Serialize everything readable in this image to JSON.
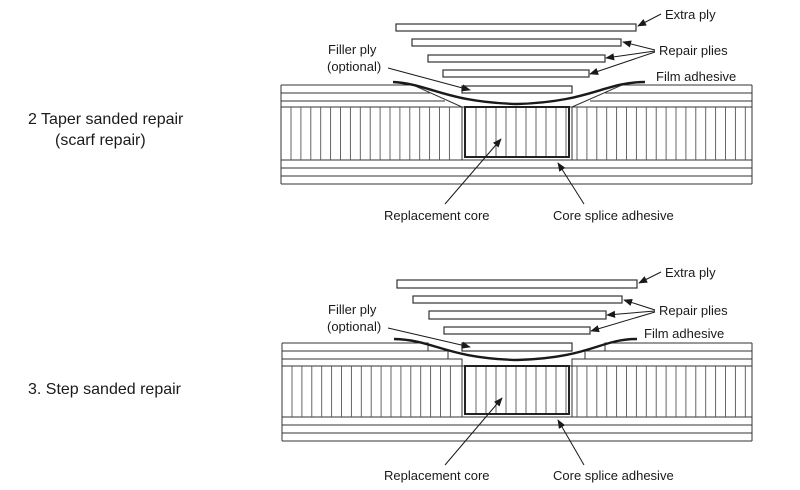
{
  "colors": {
    "line": "#333333",
    "text": "#1a1a1a",
    "background": "#ffffff"
  },
  "diagrams": [
    {
      "id": "taper",
      "title_line1": "2  Taper sanded repair",
      "title_line2": "(scarf repair)",
      "labels": {
        "extra_ply": "Extra ply",
        "repair_plies": "Repair plies",
        "film_adhesive": "Film adhesive",
        "filler_ply": "Filler ply",
        "filler_optional": "(optional)",
        "replacement_core": "Replacement core",
        "core_splice_adhesive": "Core splice adhesive"
      }
    },
    {
      "id": "step",
      "title_line1": "3.  Step sanded repair",
      "title_line2": "",
      "labels": {
        "extra_ply": "Extra ply",
        "repair_plies": "Repair plies",
        "film_adhesive": "Film adhesive",
        "filler_ply": "Filler ply",
        "filler_optional": "(optional)",
        "replacement_core": "Replacement core",
        "core_splice_adhesive": "Core splice adhesive"
      }
    }
  ]
}
